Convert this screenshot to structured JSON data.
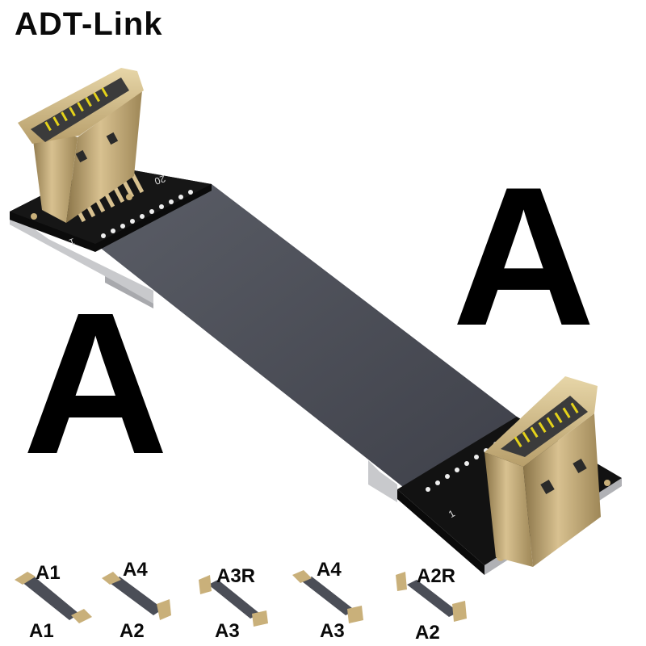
{
  "brand": "ADT-Link",
  "hero": {
    "left_type": "A",
    "right_type": "A",
    "pin_label_top": "20",
    "pin_label_first": "1",
    "pin_label_bottom": "1"
  },
  "variants": [
    {
      "top": "A1",
      "bottom": "A1"
    },
    {
      "top": "A4",
      "bottom": "A2"
    },
    {
      "top": "A3R",
      "bottom": "A3"
    },
    {
      "top": "A4",
      "bottom": "A3"
    },
    {
      "top": "A2R",
      "bottom": "A2"
    }
  ],
  "colors": {
    "cable": "#4b4e57",
    "pcb": "#111111",
    "connector_gold": "#c9b07a",
    "pins": "#e4d21a"
  }
}
